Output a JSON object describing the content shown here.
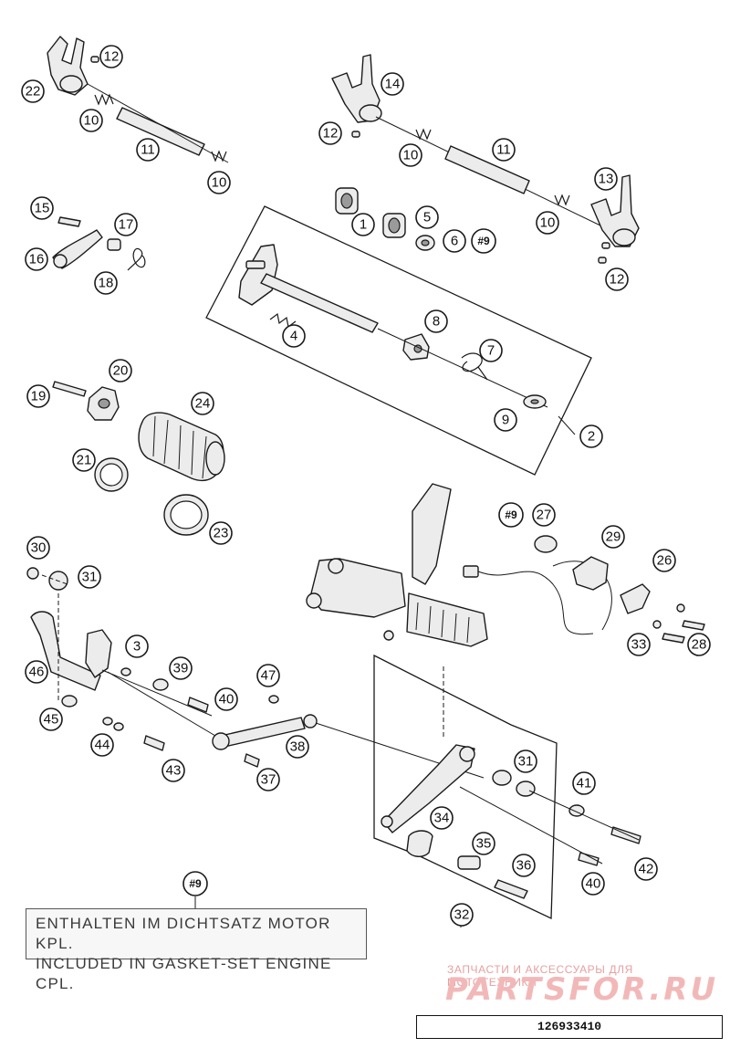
{
  "callouts": [
    {
      "id": "c-22",
      "label": "22"
    },
    {
      "id": "c-12a",
      "label": "12"
    },
    {
      "id": "c-10a",
      "label": "10"
    },
    {
      "id": "c-11a",
      "label": "11"
    },
    {
      "id": "c-10b",
      "label": "10"
    },
    {
      "id": "c-14",
      "label": "14"
    },
    {
      "id": "c-12b",
      "label": "12"
    },
    {
      "id": "c-10c",
      "label": "10"
    },
    {
      "id": "c-11b",
      "label": "11"
    },
    {
      "id": "c-13",
      "label": "13"
    },
    {
      "id": "c-10d",
      "label": "10"
    },
    {
      "id": "c-12c",
      "label": "12"
    },
    {
      "id": "c-15",
      "label": "15"
    },
    {
      "id": "c-17",
      "label": "17"
    },
    {
      "id": "c-16",
      "label": "16"
    },
    {
      "id": "c-18",
      "label": "18"
    },
    {
      "id": "c-1",
      "label": "1"
    },
    {
      "id": "c-5",
      "label": "5"
    },
    {
      "id": "c-6",
      "label": "6"
    },
    {
      "id": "c-h9a",
      "label": "#9"
    },
    {
      "id": "c-4",
      "label": "4"
    },
    {
      "id": "c-8",
      "label": "8"
    },
    {
      "id": "c-7",
      "label": "7"
    },
    {
      "id": "c-9",
      "label": "9"
    },
    {
      "id": "c-2",
      "label": "2"
    },
    {
      "id": "c-20",
      "label": "20"
    },
    {
      "id": "c-19",
      "label": "19"
    },
    {
      "id": "c-24",
      "label": "24"
    },
    {
      "id": "c-21",
      "label": "21"
    },
    {
      "id": "c-23",
      "label": "23"
    },
    {
      "id": "c-h9b",
      "label": "#9"
    },
    {
      "id": "c-27",
      "label": "27"
    },
    {
      "id": "c-29",
      "label": "29"
    },
    {
      "id": "c-26",
      "label": "26"
    },
    {
      "id": "c-33",
      "label": "33"
    },
    {
      "id": "c-28",
      "label": "28"
    },
    {
      "id": "c-30",
      "label": "30"
    },
    {
      "id": "c-31a",
      "label": "31"
    },
    {
      "id": "c-46",
      "label": "46"
    },
    {
      "id": "c-3",
      "label": "3"
    },
    {
      "id": "c-39",
      "label": "39"
    },
    {
      "id": "c-40a",
      "label": "40"
    },
    {
      "id": "c-47",
      "label": "47"
    },
    {
      "id": "c-45",
      "label": "45"
    },
    {
      "id": "c-44",
      "label": "44"
    },
    {
      "id": "c-43",
      "label": "43"
    },
    {
      "id": "c-38",
      "label": "38"
    },
    {
      "id": "c-37",
      "label": "37"
    },
    {
      "id": "c-31b",
      "label": "31"
    },
    {
      "id": "c-41",
      "label": "41"
    },
    {
      "id": "c-34",
      "label": "34"
    },
    {
      "id": "c-35",
      "label": "35"
    },
    {
      "id": "c-36",
      "label": "36"
    },
    {
      "id": "c-42",
      "label": "42"
    },
    {
      "id": "c-40b",
      "label": "40"
    },
    {
      "id": "c-32",
      "label": "32"
    },
    {
      "id": "c-h9c",
      "label": "#9"
    }
  ],
  "note": {
    "line1": "ENTHALTEN IM DICHTSATZ MOTOR KPL.",
    "line2": "INCLUDED IN GASKET-SET ENGINE CPL."
  },
  "watermark": {
    "tagline": "ЗАПЧАСТИ И АКСЕССУАРЫ ДЛЯ МОТОТЕХНИКИ",
    "logo": "PARTSFOR.RU"
  },
  "drawing_number": "126933410"
}
